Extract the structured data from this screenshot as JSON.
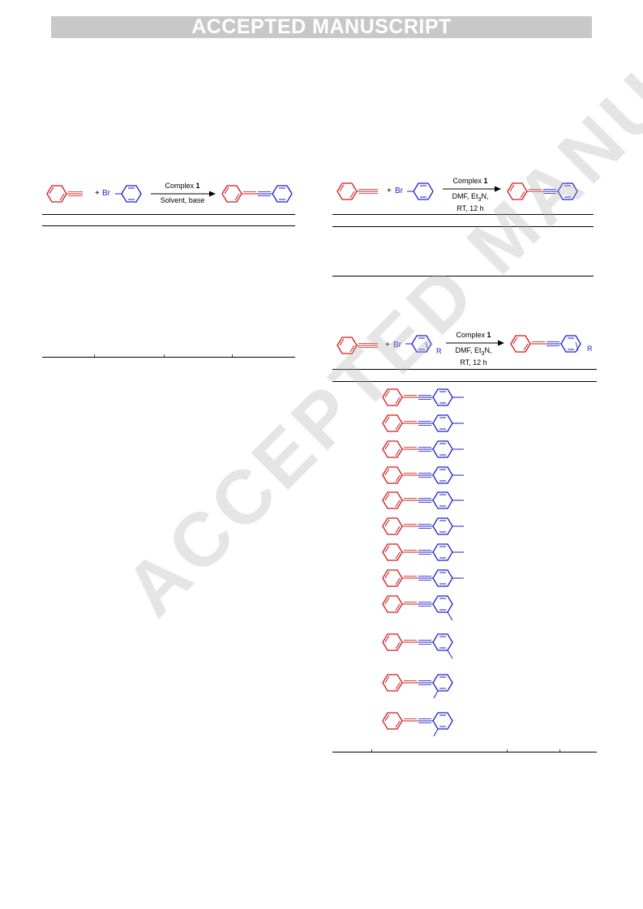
{
  "banner": {
    "text": "ACCEPTED MANUSCRIPT"
  },
  "watermark": {
    "text": "ACCEPTED MANUSCRIPT"
  },
  "scheme_left": {
    "plus": "+",
    "br": "Br",
    "above_arrow_prefix": "Complex ",
    "above_arrow_bold": "1",
    "below_arrow": "Solvent, base"
  },
  "scheme_right_top": {
    "plus": "+",
    "br": "Br",
    "above_arrow_prefix": "Complex ",
    "above_arrow_bold": "1",
    "below_line1": "DMF, Et",
    "below_sub": "3",
    "below_line1_end": "N,",
    "below_line2": "RT, 12 h"
  },
  "scheme_right_bottom": {
    "plus": "+",
    "br": "Br",
    "r_label": "R",
    "product_r_label": "R",
    "above_arrow_prefix": "Complex ",
    "above_arrow_bold": "1",
    "below_line1": "DMF, Et",
    "below_sub": "3",
    "below_line1_end": "N,",
    "below_line2": "RT, 12 h"
  },
  "colors": {
    "red": "#d11a1a",
    "blue": "#1e1ed0",
    "banner": "#c8c8c8"
  }
}
